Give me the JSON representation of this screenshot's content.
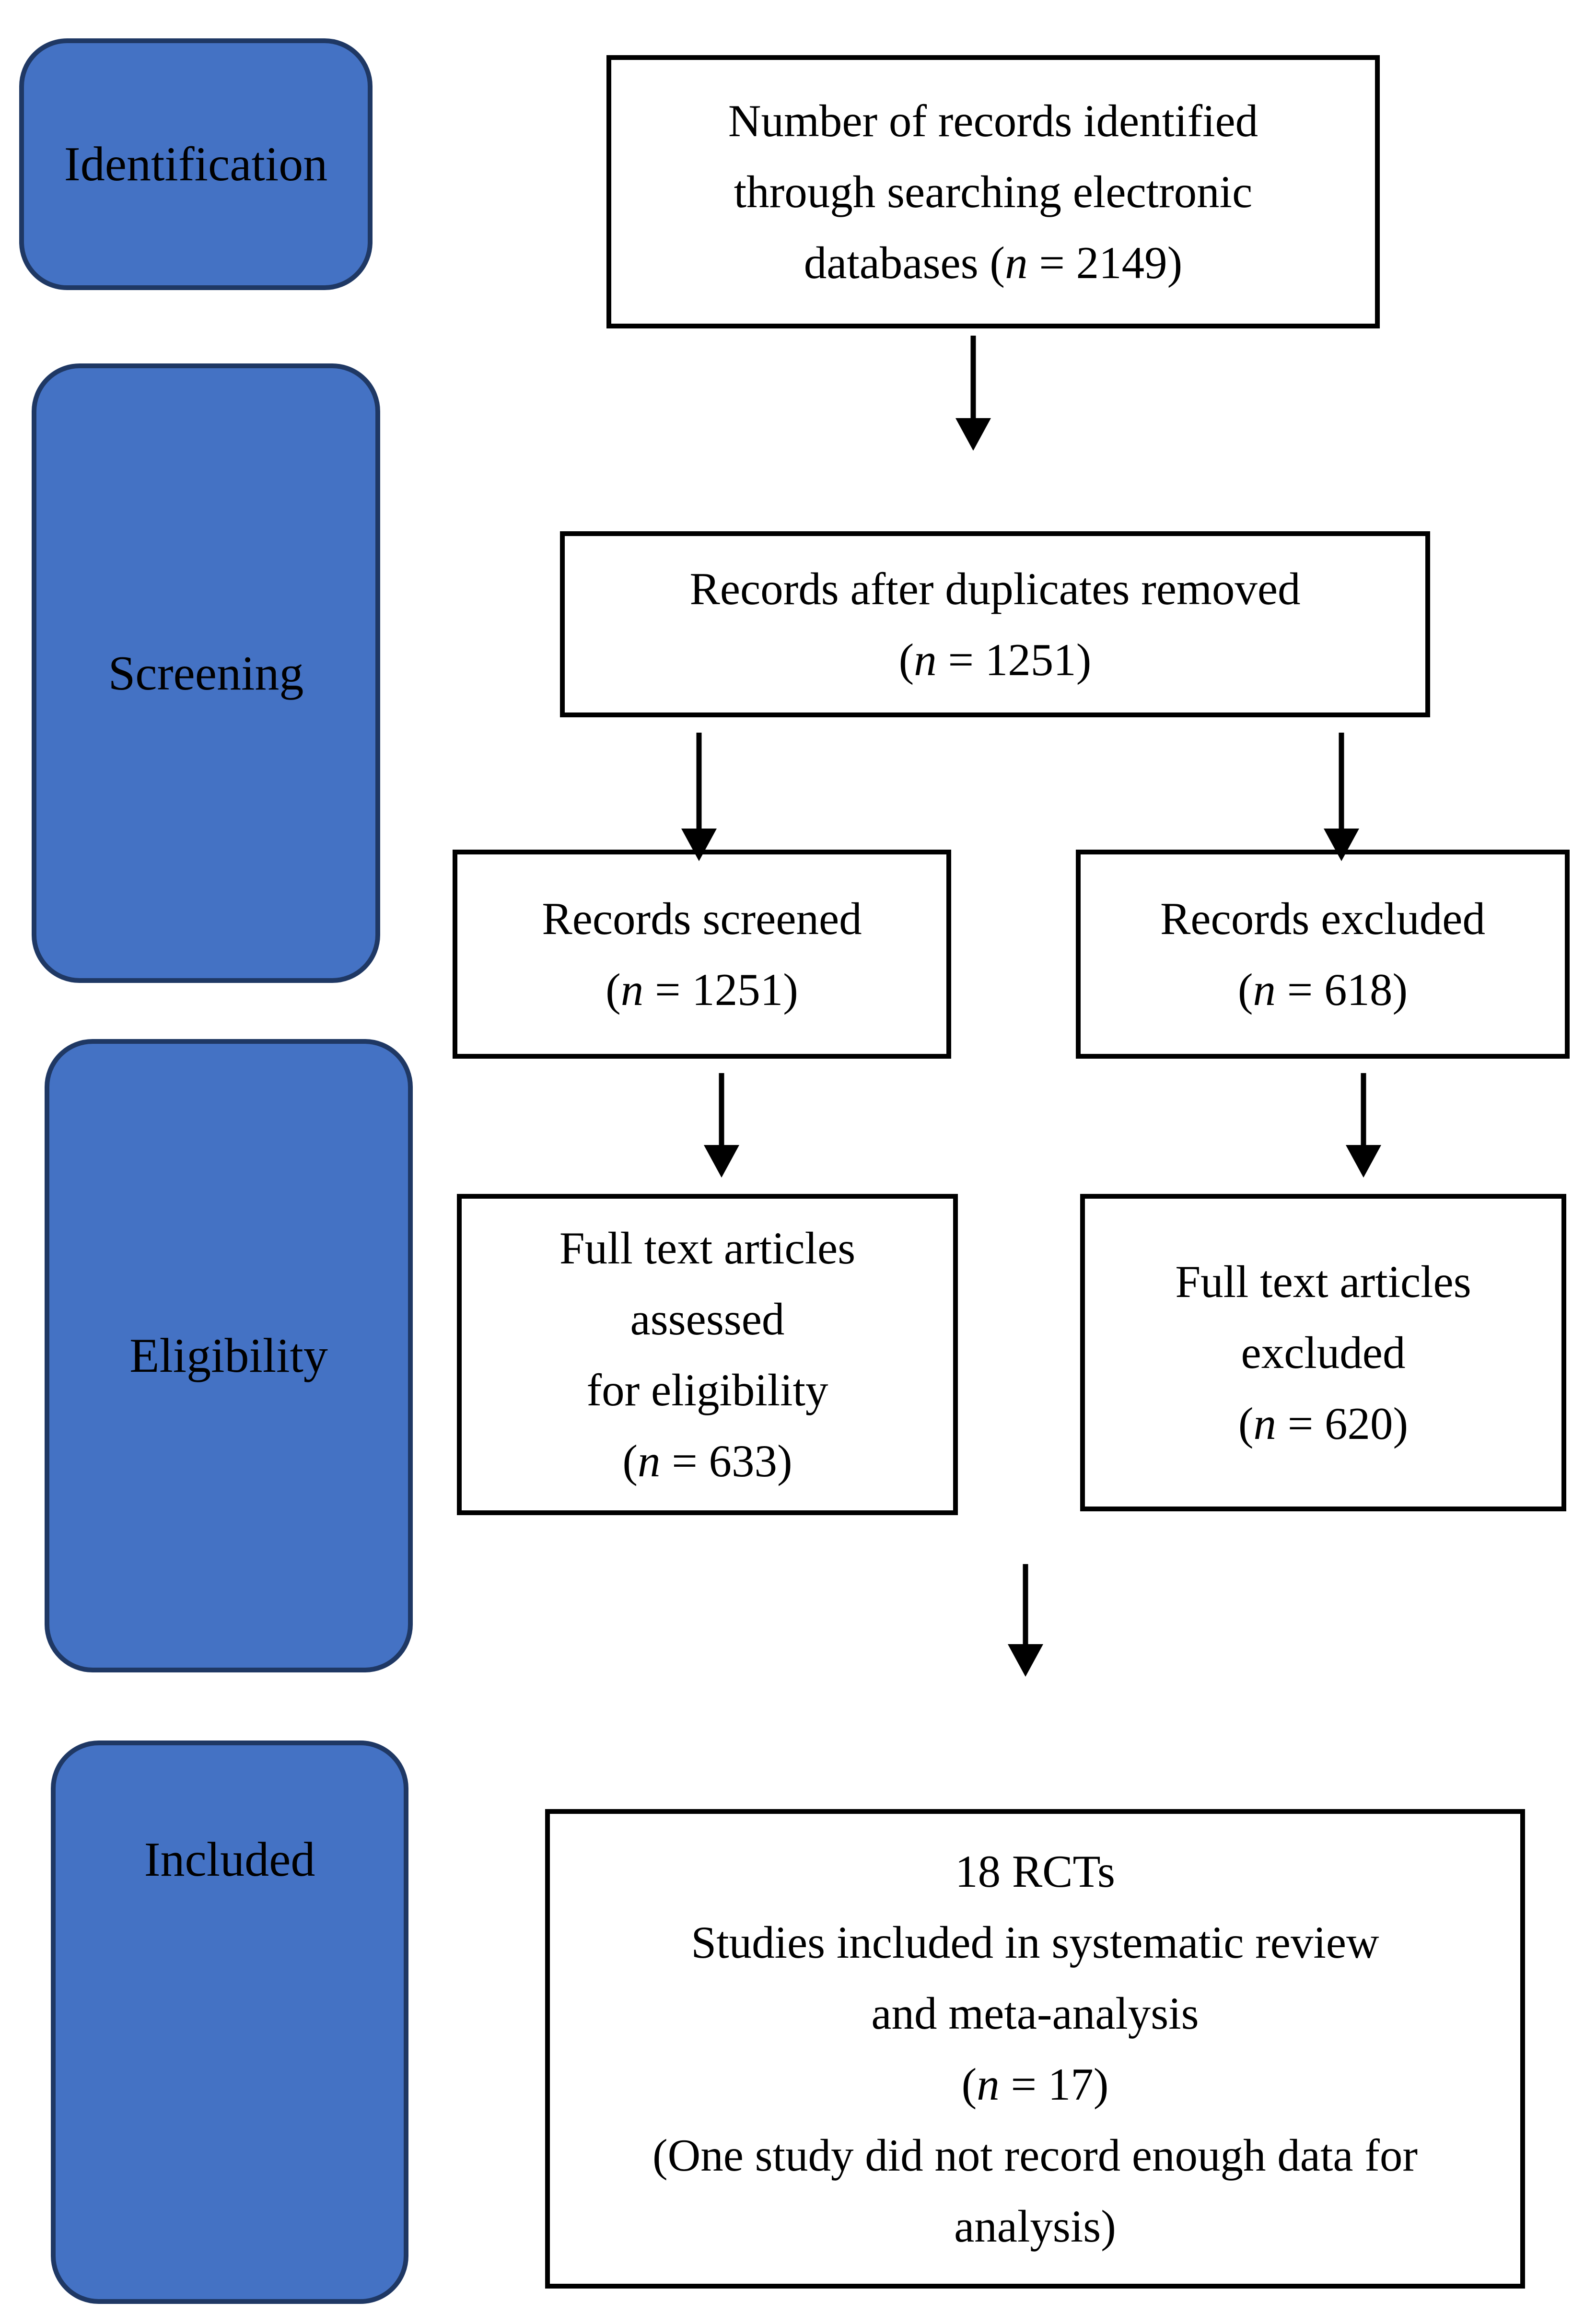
{
  "figure": {
    "type": "prisma-flow-diagram",
    "description": "Flow diagram of study selection for systematic review and meta-analysis"
  },
  "colors": {
    "stage_fill": "#4472C4",
    "stage_border": "#1F3864",
    "box_fill": "#FFFFFF",
    "box_border": "#000000",
    "arrow": "#000000",
    "text": "#000000"
  },
  "stages": [
    {
      "label": "Identification"
    },
    {
      "label": "Screening"
    },
    {
      "label": "Eligibility"
    },
    {
      "label": "Included"
    }
  ],
  "boxes": [
    {
      "name": "records-identified",
      "n": 2149,
      "lines": [
        "Number of records identified",
        "through searching electronic",
        "databases (n = 2149)"
      ]
    },
    {
      "name": "duplicates-removed",
      "n": 1251,
      "lines": [
        "Records after duplicates removed",
        "(n = 1251)"
      ]
    },
    {
      "name": "records-screened",
      "n": 1251,
      "lines": [
        "Records screened",
        "(n = 1251)"
      ]
    },
    {
      "name": "records-excluded",
      "n": 618,
      "lines": [
        "Records excluded",
        "(n = 618)"
      ]
    },
    {
      "name": "fulltext-assessed",
      "n": 633,
      "lines": [
        "Full text articles",
        "assessed",
        "for eligibility",
        "(n = 633)"
      ]
    },
    {
      "name": "fulltext-excluded",
      "n": 620,
      "lines": [
        "Full text articles",
        "excluded",
        "(n = 620)"
      ]
    },
    {
      "name": "studies-included",
      "rcts": 18,
      "n": 17,
      "lines": [
        "18 RCTs",
        "Studies included in systematic review",
        "and meta-analysis",
        "(n = 17)",
        "(One study did not record enough data for",
        "analysis)"
      ]
    }
  ]
}
